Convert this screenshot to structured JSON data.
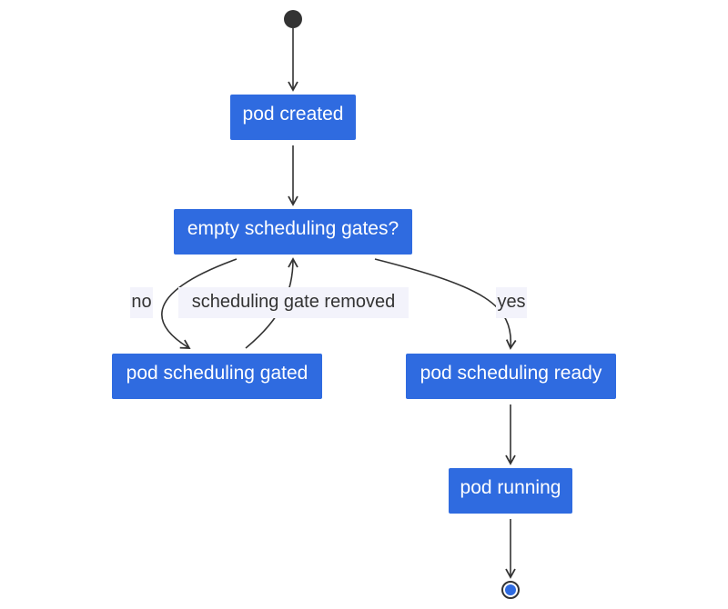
{
  "diagram": {
    "type": "state-diagram",
    "states": {
      "pod_created": "pod created",
      "empty_scheduling_gates": "empty scheduling gates?",
      "pod_scheduling_gated": "pod scheduling gated",
      "pod_scheduling_ready": "pod scheduling ready",
      "pod_running": "pod running"
    },
    "transitions": {
      "no": "no",
      "scheduling_gate_removed": "scheduling gate removed",
      "yes": "yes"
    },
    "colors": {
      "state_fill": "#2f6be0",
      "state_text": "#ffffff",
      "edge": "#333333",
      "label_background": "#f3f3fb"
    }
  }
}
